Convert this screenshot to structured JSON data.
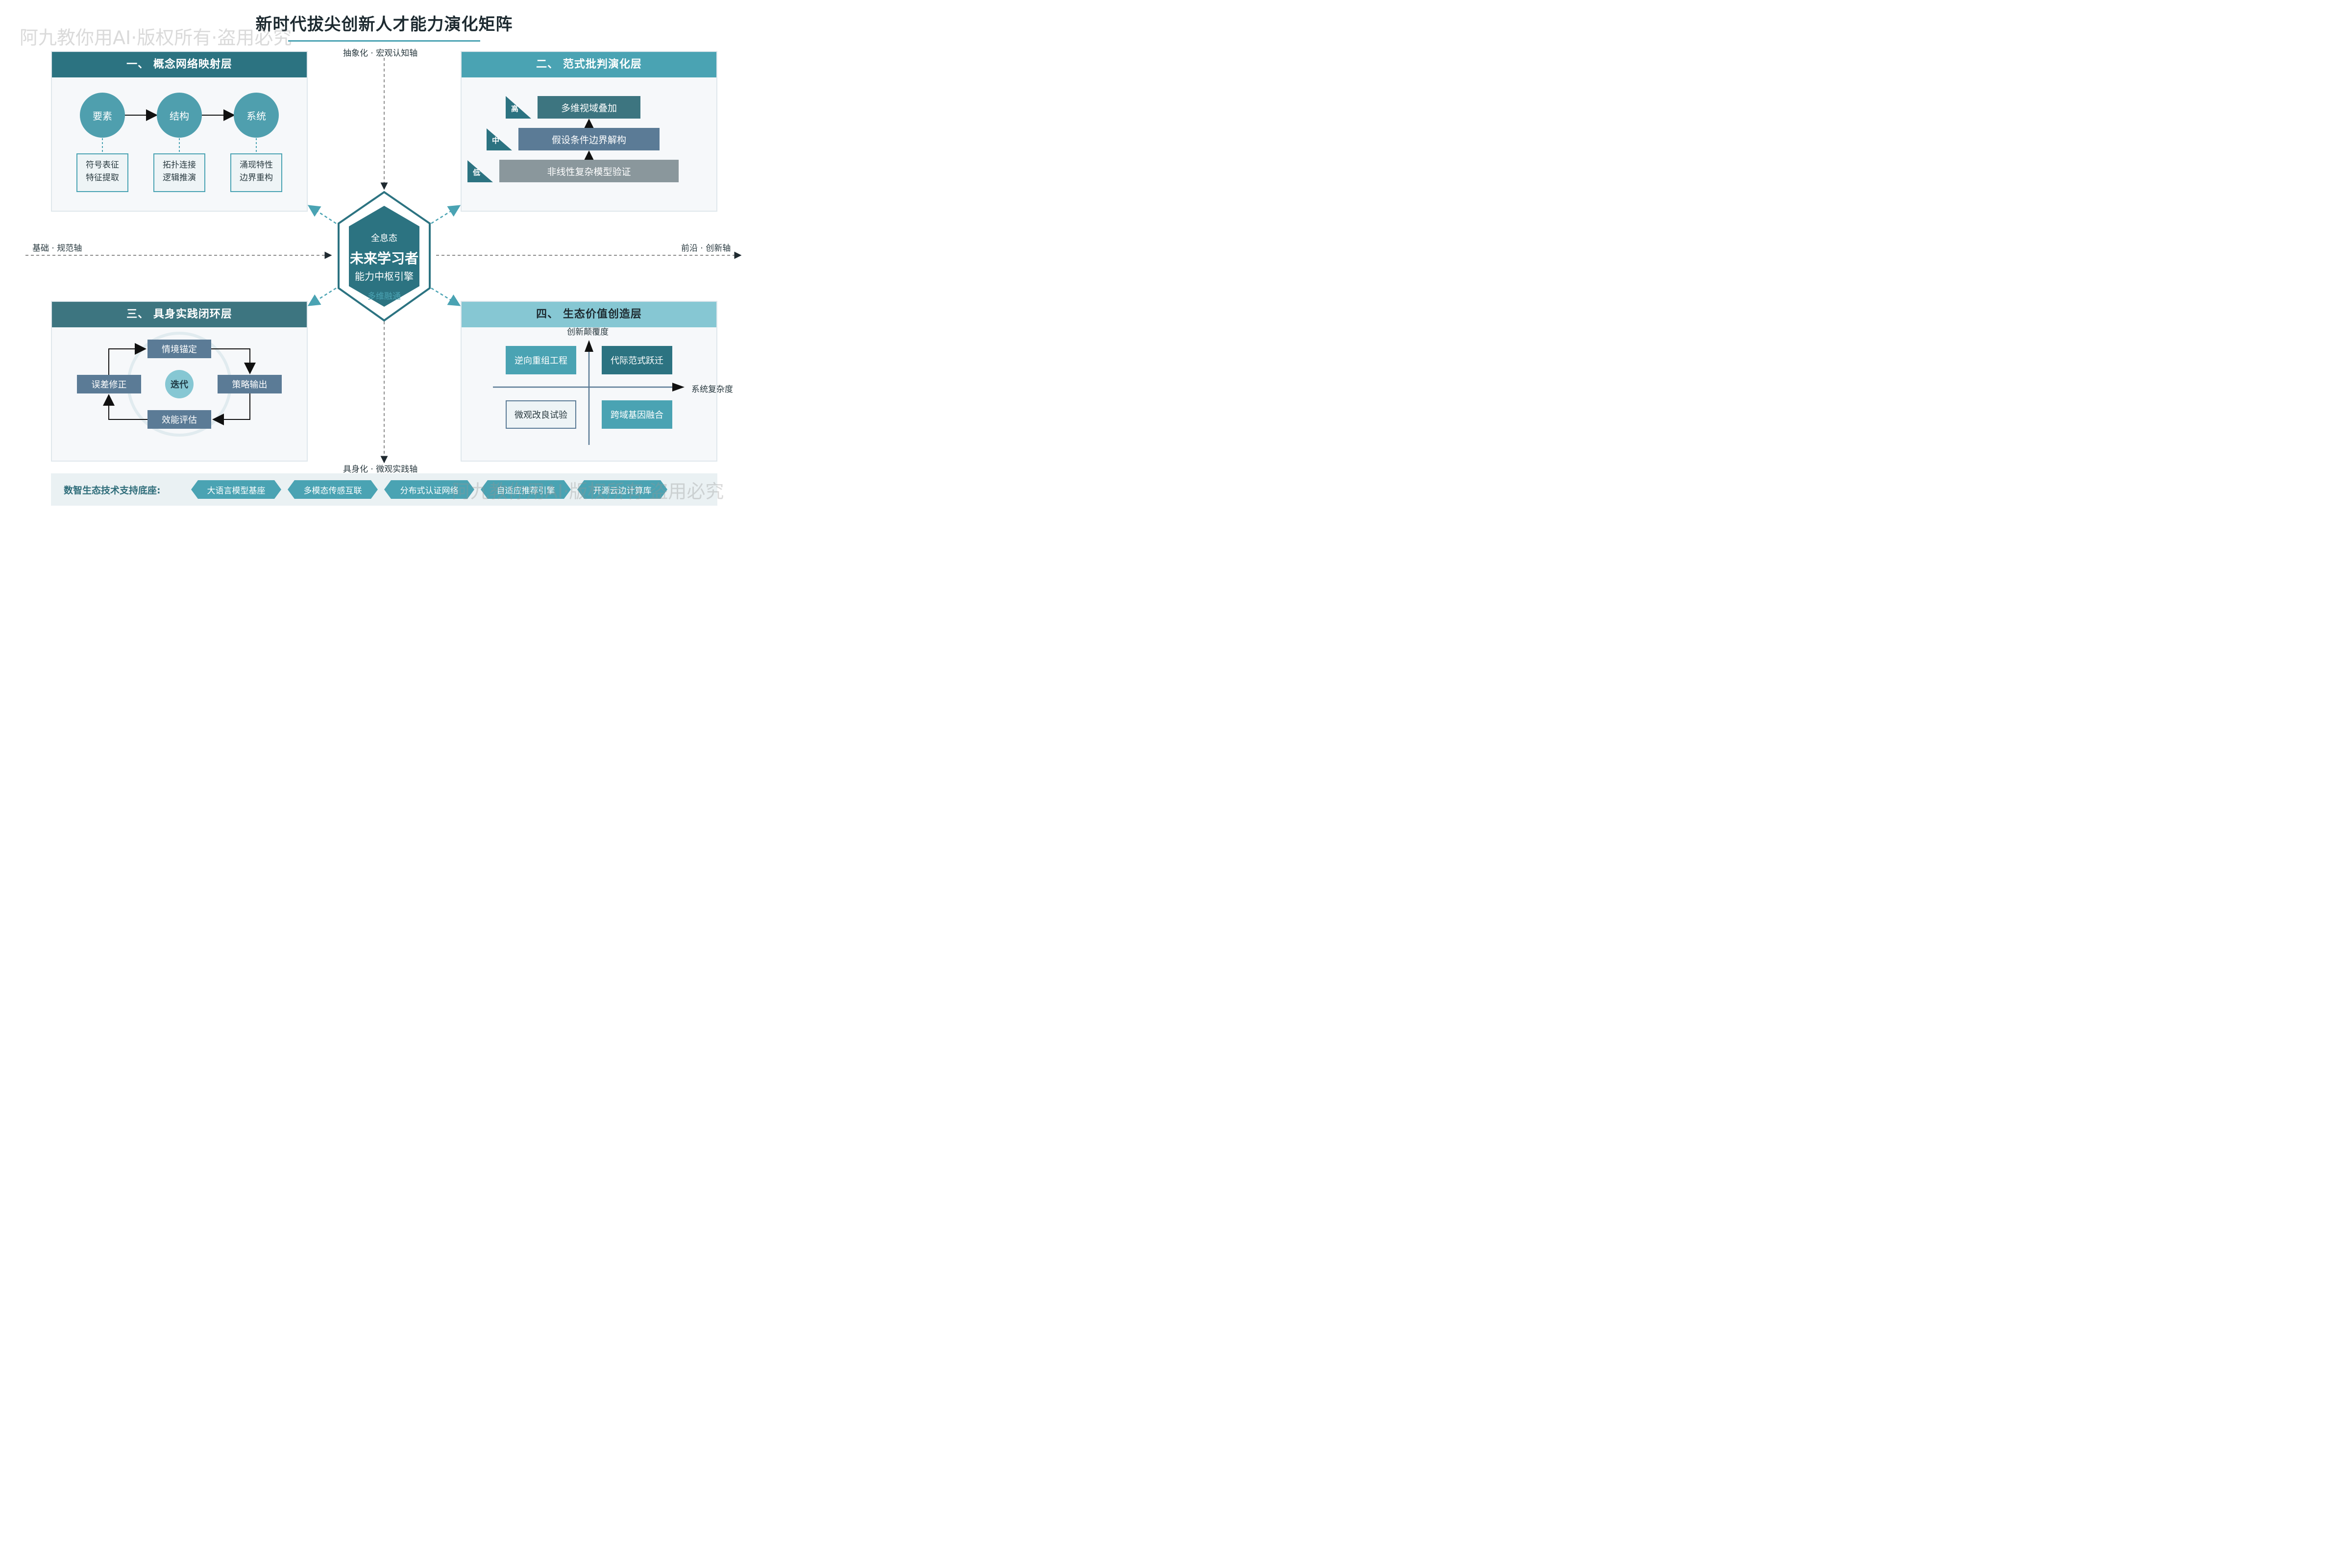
{
  "title": "新时代拔尖创新人才能力演化矩阵",
  "watermark": "阿九教你用AI·版权所有·盗用必究",
  "axes": {
    "top": "抽象化 · 宏观认知轴",
    "bottom": "具身化 · 微观实践轴",
    "left": "基础 · 规范轴",
    "right": "前沿 · 创新轴"
  },
  "center": {
    "line1": "全息态",
    "line2": "未来学习者",
    "line3": "能力中枢引擎",
    "line4": "多维融通"
  },
  "panel1": {
    "title": "一、 概念网络映射层",
    "nodes": [
      "要素",
      "结构",
      "系统"
    ],
    "descs": [
      [
        "符号表征",
        "特征提取"
      ],
      [
        "拓扑连接",
        "逻辑推演"
      ],
      [
        "涌现特性",
        "边界重构"
      ]
    ]
  },
  "panel2": {
    "title": "二、 范式批判演化层",
    "levels": [
      "高",
      "中",
      "低"
    ],
    "bars": [
      "多维视域叠加",
      "假设条件边界解构",
      "非线性复杂模型验证"
    ]
  },
  "panel3": {
    "title": "三、 具身实践闭环层",
    "center": "迭代",
    "steps": {
      "top": "情境锚定",
      "right": "策略输出",
      "bottom": "效能评估",
      "left": "误差修正"
    }
  },
  "panel4": {
    "title": "四、 生态价值创造层",
    "y_axis": "创新颠覆度",
    "x_axis": "系统复杂度",
    "quadrants": {
      "top_left": "逆向重组工程",
      "top_right": "代际范式跃迁",
      "bottom_left": "微观改良试验",
      "bottom_right": "跨域基因融合"
    }
  },
  "footer": {
    "title": "数智生态技术支持底座:",
    "items": [
      "大语言模型基座",
      "多模态传感互联",
      "分布式认证网络",
      "自适应推荐引擎",
      "开源云边计算库"
    ]
  },
  "colors": {
    "dark_teal": "#2c7381",
    "teal": "#4aa3b3",
    "light_teal": "#86c7d3",
    "slate": "#5b7b96",
    "gray": "#8a979c"
  }
}
